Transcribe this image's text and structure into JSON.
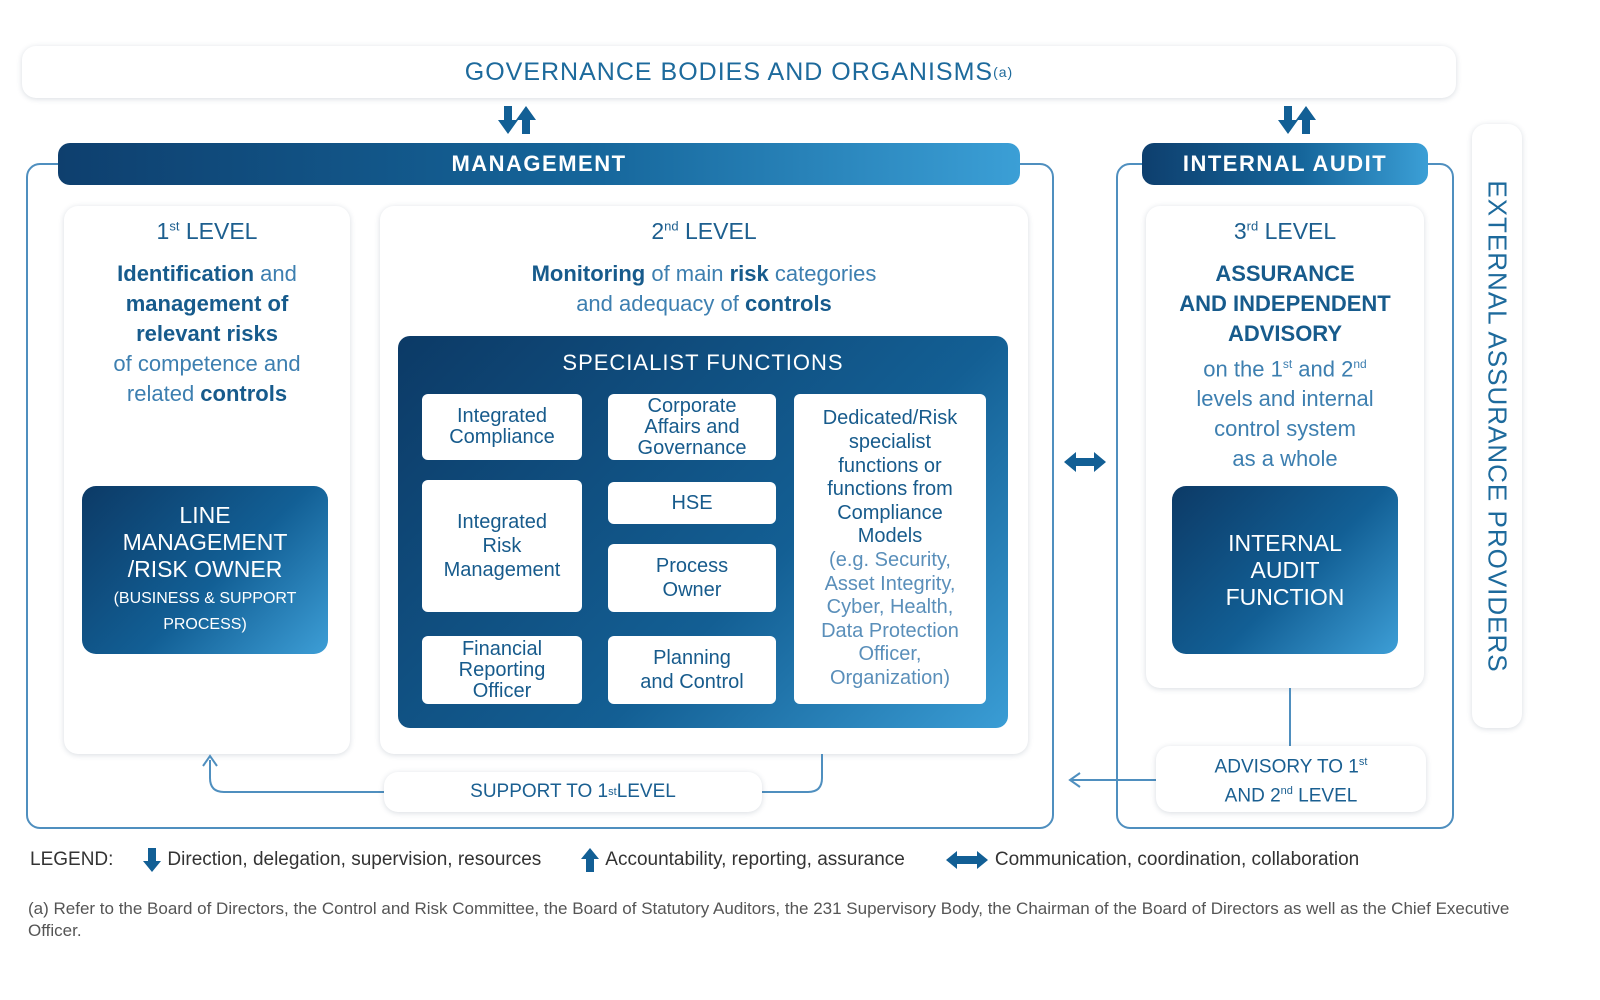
{
  "governance": {
    "title": "GOVERNANCE BODIES AND ORGANISMS",
    "note_mark": "(a)"
  },
  "management": {
    "title": "MANAGEMENT"
  },
  "internal_audit": {
    "title": "INTERNAL AUDIT"
  },
  "external": {
    "title": "EXTERNAL ASSURANCE PROVIDERS"
  },
  "level1": {
    "num": "1",
    "sup": "st",
    "word": "LEVEL",
    "t1": "Identification",
    "t2": " and",
    "t3": "management of",
    "t4": "relevant risks",
    "t5": "of competence and",
    "t6": "related ",
    "t7": "controls",
    "box": {
      "l1": "LINE",
      "l2": "MANAGEMENT",
      "l3": "/RISK OWNER",
      "sub1": "(BUSINESS & SUPPORT",
      "sub2": "PROCESS)"
    }
  },
  "level2": {
    "num": "2",
    "sup": "nd",
    "word": "LEVEL",
    "t1": "Monitoring",
    "t2": " of main ",
    "t3": "risk",
    "t4": " categories",
    "t5": "and adequacy of ",
    "t6": "controls",
    "specialist": {
      "title": "SPECIALIST FUNCTIONS",
      "integrated_compliance": [
        "Integrated",
        "Compliance"
      ],
      "corporate": [
        "Corporate",
        "Affairs and",
        "Governance"
      ],
      "integrated_risk": [
        "Integrated",
        "Risk",
        "Management"
      ],
      "hse": "HSE",
      "process_owner": [
        "Process",
        "Owner"
      ],
      "financial": [
        "Financial",
        "Reporting",
        "Officer"
      ],
      "planning": [
        "Planning",
        "and Control"
      ],
      "dedicated": [
        "Dedicated/Risk",
        "specialist",
        "functions or",
        "functions from",
        "Compliance",
        "Models"
      ],
      "dedicated_sub": [
        "(e.g. Security,",
        "Asset Integrity,",
        "Cyber, Health,",
        "Data Protection",
        "Officer,",
        "Organization)"
      ]
    }
  },
  "level3": {
    "num": "3",
    "sup": "rd",
    "word": "LEVEL",
    "t1": "ASSURANCE",
    "t2": "AND INDEPENDENT",
    "t3": "ADVISORY",
    "t4a": "on the 1",
    "t4s1": "st",
    "t4b": " and 2",
    "t4s2": "nd",
    "t5": "levels and internal",
    "t6": "control system",
    "t7": "as a whole",
    "box": {
      "l1": "INTERNAL",
      "l2": "AUDIT",
      "l3": "FUNCTION"
    }
  },
  "support": {
    "a": "SUPPORT TO 1",
    "s": "st",
    "b": " LEVEL"
  },
  "advisory": {
    "a": "ADVISORY TO 1",
    "s1": "st",
    "b": "AND 2",
    "s2": "nd",
    "c": " LEVEL"
  },
  "legend": {
    "label": "LEGEND:",
    "down": "Direction, delegation, supervision, resources",
    "up": "Accountability, reporting, assurance",
    "both": "Communication, coordination, collaboration"
  },
  "footnote": "(a) Refer to the Board of Directors, the Control and Risk Committee, the Board of Statutory Auditors, the 231 Supervisory Body, the Chairman of the Board of Directors as well as the Chief Executive Officer.",
  "colors": {
    "accent_dark": "#0c3a66",
    "accent_mid": "#15659a",
    "accent_light": "#3b9fd6",
    "text": "#1d5f8f"
  }
}
